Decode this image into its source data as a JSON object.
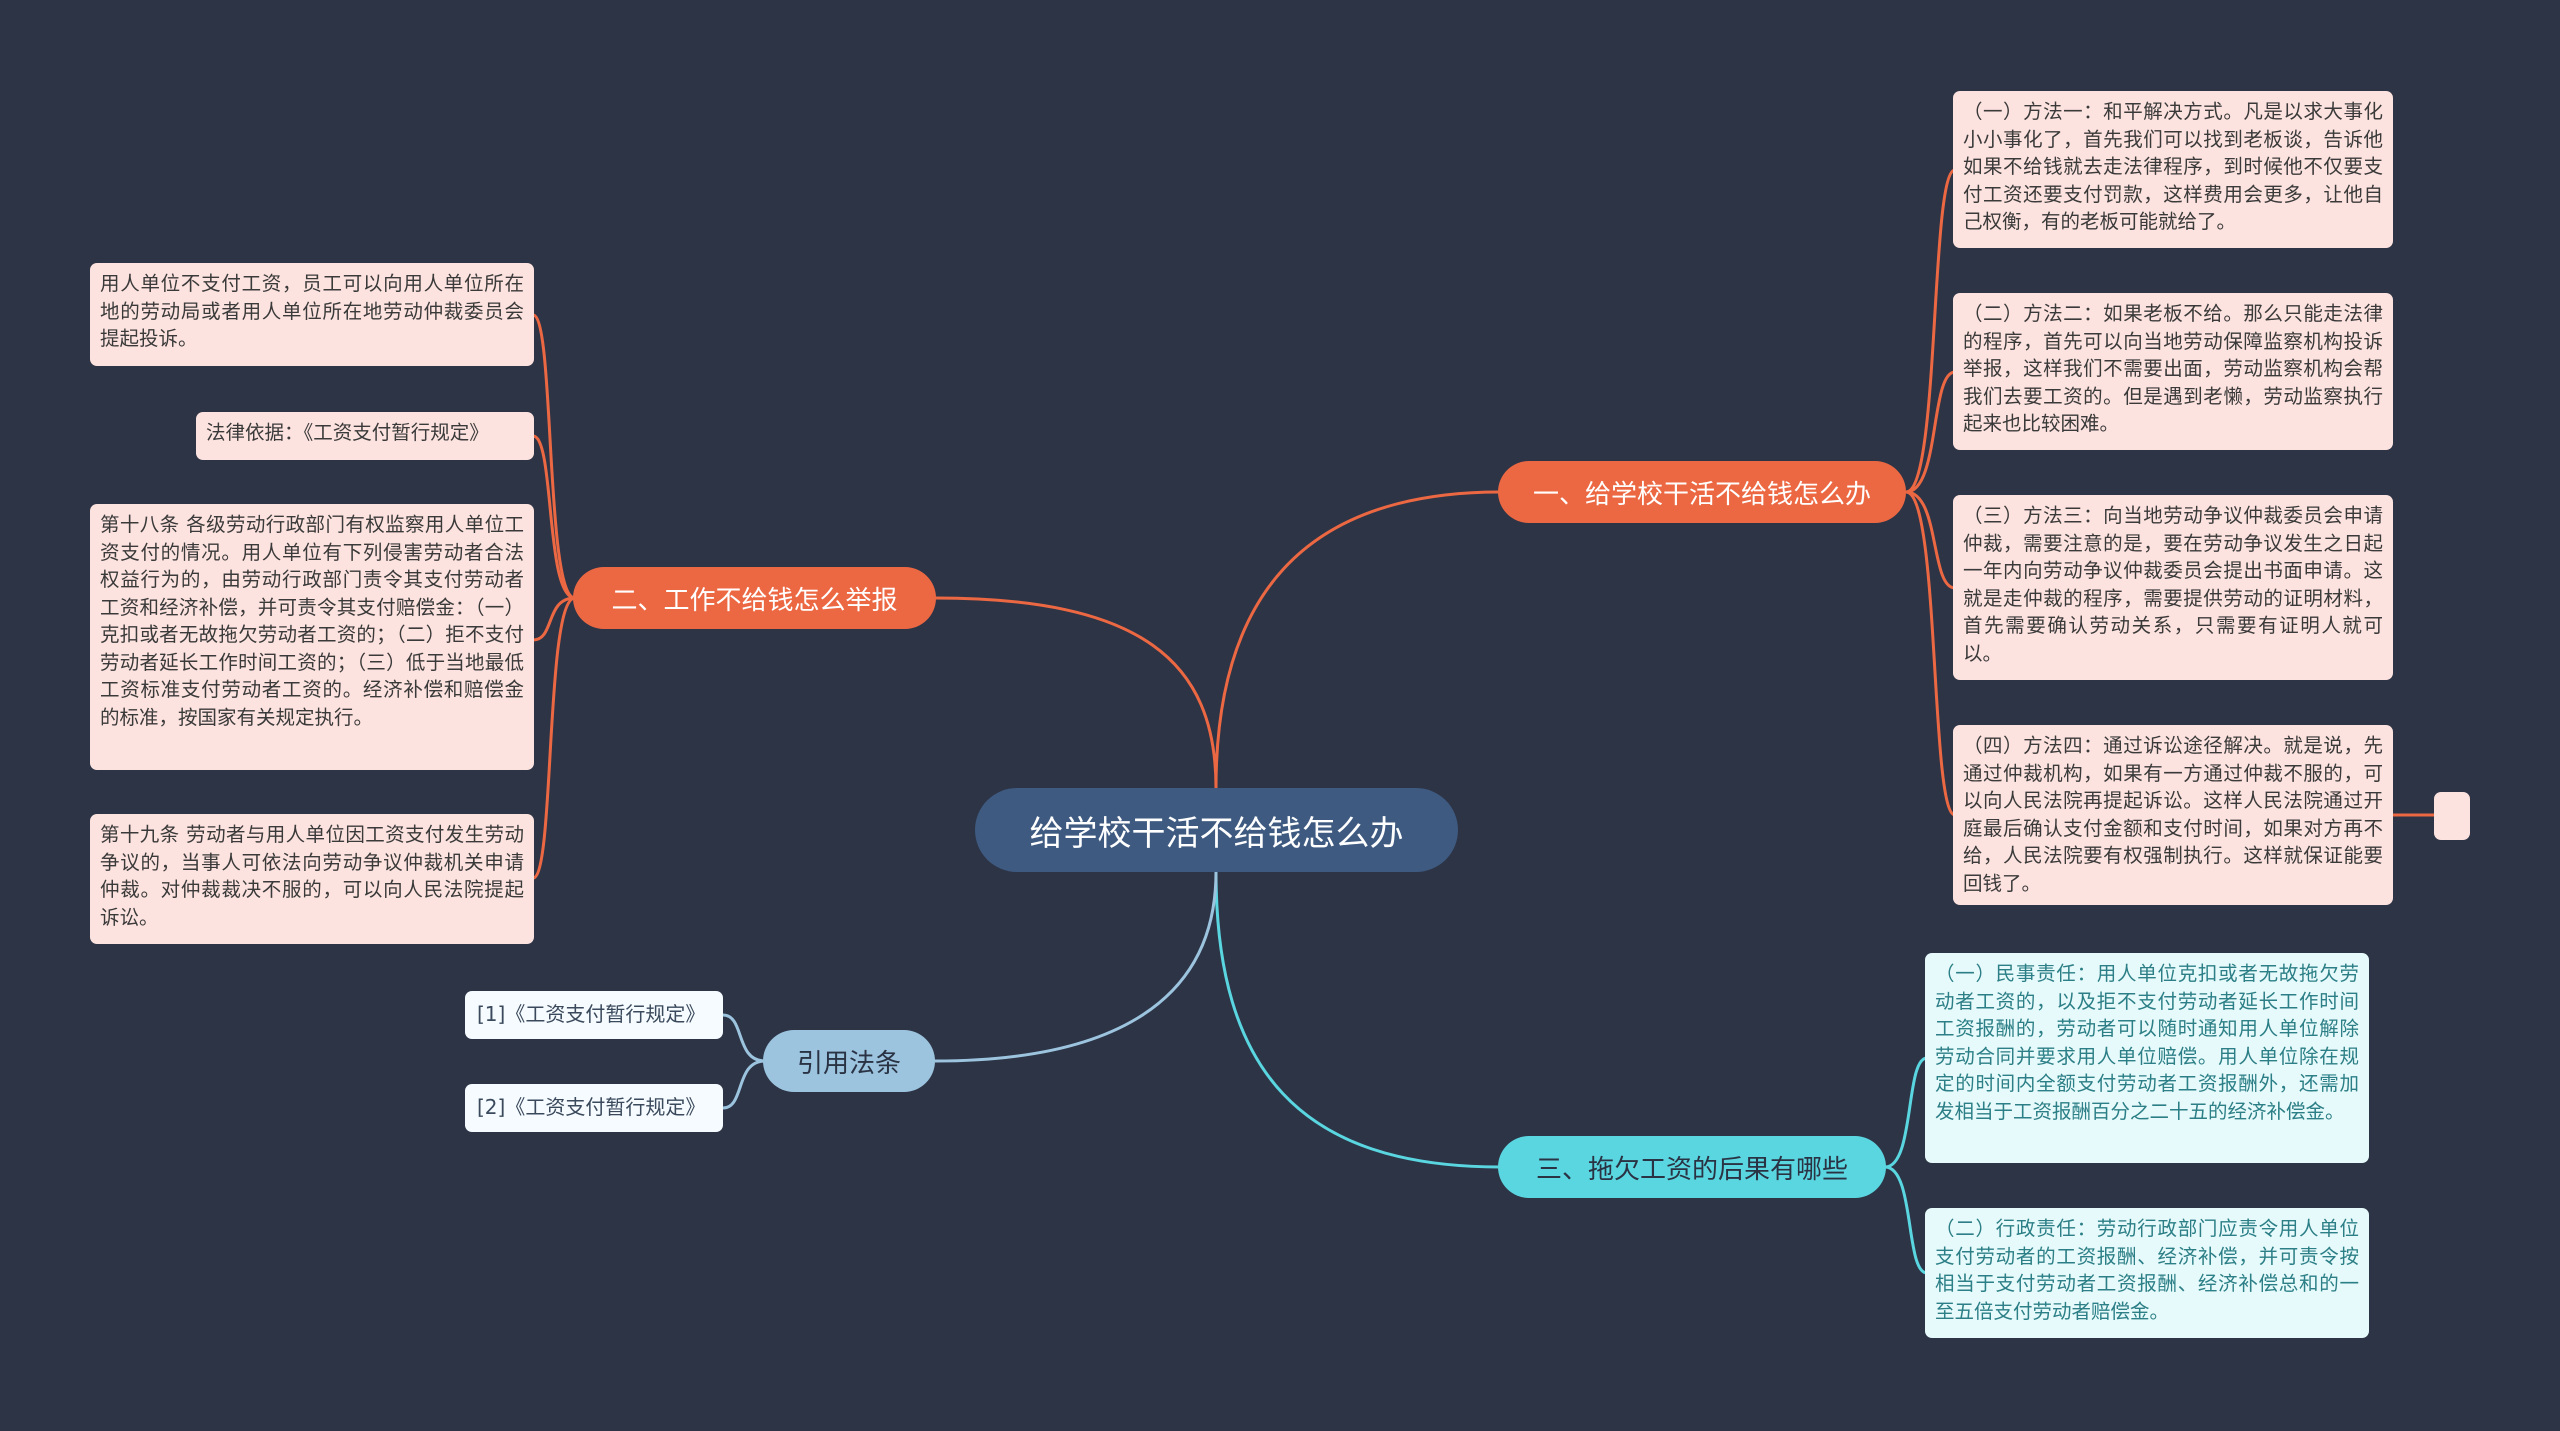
{
  "root": {
    "label": "给学校干活不给钱怎么办"
  },
  "branches": [
    {
      "id": "b1",
      "label": "一、给学校干活不给钱怎么办",
      "leaves": [
        "（一）方法一：和平解决方式。凡是以求大事化小小事化了，首先我们可以找到老板谈，告诉他如果不给钱就去走法律程序，到时候他不仅要支付工资还要支付罚款，这样费用会更多，让他自己权衡，有的老板可能就给了。",
        "（二）方法二：如果老板不给。那么只能走法律的程序，首先可以向当地劳动保障监察机构投诉举报，这样我们不需要出面，劳动监察机构会帮我们去要工资的。但是遇到老懒，劳动监察执行起来也比较困难。",
        "（三）方法三：向当地劳动争议仲裁委员会申请仲裁，需要注意的是，要在劳动争议发生之日起一年内向劳动争议仲裁委员会提出书面申请。这就是走仲裁的程序，需要提供劳动的证明材料，首先需要确认劳动关系，只需要有证明人就可以。",
        "（四）方法四：通过诉讼途径解决。就是说，先通过仲裁机构，如果有一方通过仲裁不服的，可以向人民法院再提起诉讼。这样人民法院通过开庭最后确认支付金额和支付时间，如果对方再不给，人民法院要有权强制执行。这样就保证能要回钱了。"
      ]
    },
    {
      "id": "b2",
      "label": "二、工作不给钱怎么举报",
      "leaves": [
        "用人单位不支付工资，员工可以向用人单位所在地的劳动局或者用人单位所在地劳动仲裁委员会提起投诉。",
        "法律依据：《工资支付暂行规定》",
        "第十八条 各级劳动行政部门有权监察用人单位工资支付的情况。用人单位有下列侵害劳动者合法权益行为的，由劳动行政部门责令其支付劳动者工资和经济补偿，并可责令其支付赔偿金：（一）克扣或者无故拖欠劳动者工资的；（二）拒不支付劳动者延长工作时间工资的；（三）低于当地最低工资标准支付劳动者工资的。经济补偿和赔偿金的标准，按国家有关规定执行。",
        "第十九条 劳动者与用人单位因工资支付发生劳动争议的，当事人可依法向劳动争议仲裁机关申请仲裁。对仲裁裁决不服的，可以向人民法院提起诉讼。"
      ]
    },
    {
      "id": "b3",
      "label": "三、拖欠工资的后果有哪些",
      "leaves": [
        "（一）民事责任：用人单位克扣或者无故拖欠劳动者工资的，以及拒不支付劳动者延长工作时间工资报酬的，劳动者可以随时通知用人单位解除劳动合同并要求用人单位赔偿。用人单位除在规定的时间内全额支付劳动者工资报酬外，还需加发相当于工资报酬百分之二十五的经济补偿金。",
        "（二）行政责任：劳动行政部门应责令用人单位支付劳动者的工资报酬、经济补偿，并可责令按相当于支付劳动者工资报酬、经济补偿总和的一至五倍支付劳动者赔偿金。"
      ]
    },
    {
      "id": "b4",
      "label": "引用法条",
      "leaves": [
        "[1]《工资支付暂行规定》",
        "[2]《工资支付暂行规定》"
      ]
    }
  ],
  "colors": {
    "background": "#2d3446",
    "root": "#3e5a80",
    "orange": "#ec6843",
    "cyan": "#5ad6e0",
    "blue": "#9cc4df",
    "leaf_pink": "#fde3df",
    "leaf_cyan": "#e6fafb"
  }
}
